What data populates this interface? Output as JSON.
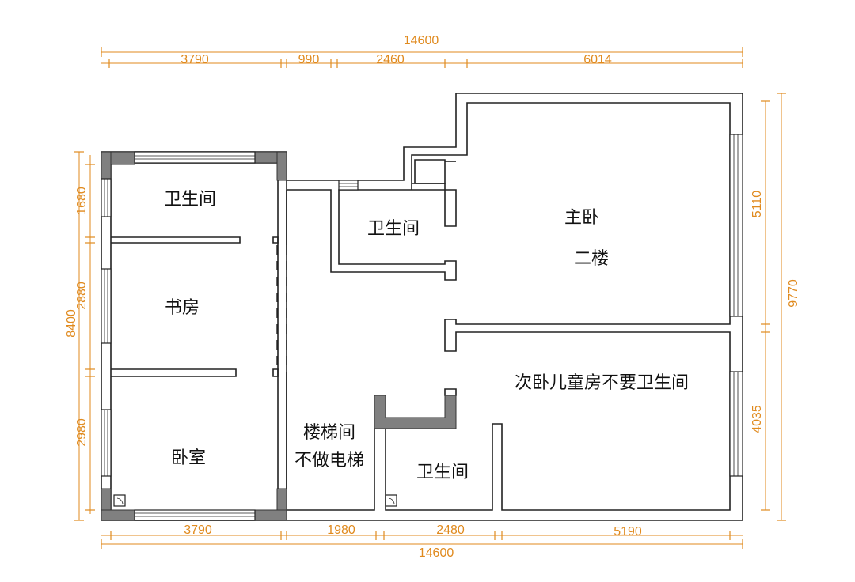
{
  "colors": {
    "dimension": "#e08a1e",
    "wall": "#222222",
    "column": "#808080",
    "room_text": "#111111"
  },
  "dimensions": {
    "top_total": "14600",
    "top_segments": [
      "3790",
      "990",
      "2460",
      "6014"
    ],
    "bottom_segments": [
      "3790",
      "1980",
      "2480",
      "5190"
    ],
    "bottom_total": "14600",
    "left_total": "8400",
    "left_segments": [
      "1680",
      "2880",
      "2980"
    ],
    "right_segments": [
      "5110",
      "4035"
    ],
    "right_total": "9770"
  },
  "rooms": {
    "bath_left": "卫生间",
    "study": "书房",
    "bedroom": "卧室",
    "stair_line1": "楼梯间",
    "stair_line2": "不做电梯",
    "bath_mid": "卫生间",
    "master": "主卧",
    "floor": "二楼",
    "second_bedroom": "次卧儿童房不要卫生间",
    "bath_bottom": "卫生间"
  }
}
